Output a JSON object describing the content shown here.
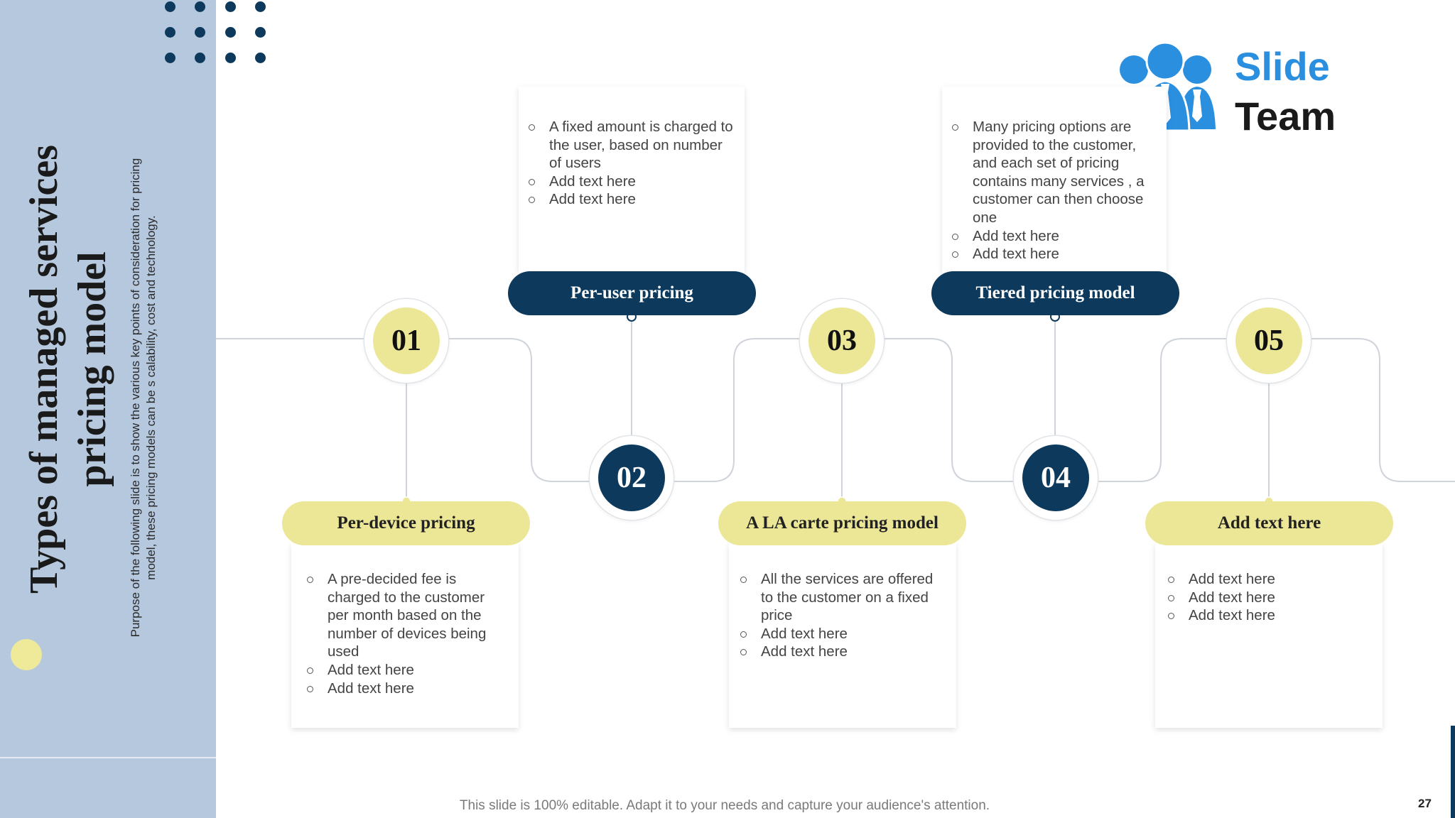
{
  "title": "Types of managed services pricing model",
  "subtitle": "Purpose of the following slide is to show the various key points of consideration for pricing model, these pricing models can be s calability, cost and technology.",
  "logo": {
    "word1": "Slide",
    "word2": "Team"
  },
  "steps": [
    {
      "number": "01",
      "label": "Per-device pricing",
      "bullets": [
        "A pre-decided  fee is charged to the customer per month based on the number  of devices  being used",
        "Add text here",
        "Add text here"
      ]
    },
    {
      "number": "02",
      "label": "Per-user pricing",
      "bullets": [
        "A fixed  amount  is charged to the user,  based on number  of users",
        "Add text here",
        "Add text here"
      ]
    },
    {
      "number": "03",
      "label": "A LA carte pricing model",
      "bullets": [
        "All the services  are offered  to the customer on a fixed price",
        "Add text here",
        "Add text here"
      ]
    },
    {
      "number": "04",
      "label": "Tiered pricing model",
      "bullets": [
        "Many pricing options are provided  to the customer, and each set of pricing contains many services  , a customer can then choose one",
        "Add text here",
        "Add text here"
      ]
    },
    {
      "number": "05",
      "label": "Add text here",
      "bullets": [
        "Add text here",
        "Add text here",
        "Add text here"
      ]
    }
  ],
  "footer": "This slide is 100% editable. Adapt it to your needs and capture your audience's attention.",
  "page_number": "27",
  "colors": {
    "navy": "#0d3a5c",
    "yellow": "#ece796",
    "sidebar": "#b6c8de",
    "logo_blue": "#2b8fe0"
  }
}
